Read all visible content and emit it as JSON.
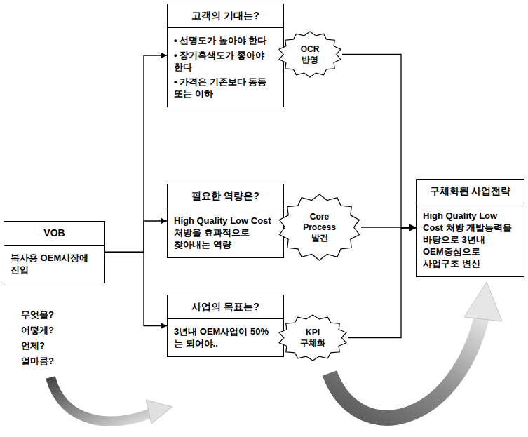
{
  "diagram": {
    "nodes": [
      {
        "text": [
          "VOB",
          "복사용 OEM시장에 진입"
        ]
      },
      {
        "text": [
          "고객의 기대는?",
          "• 선명도가 높아야 한다",
          "• 장기흑색도가 좋아야 한다",
          "• 가격은 기존보다 동등 또는 이하"
        ]
      },
      {
        "text": [
          "OCR 반영"
        ]
      },
      {
        "text": [
          "필요한 역량은?",
          "High Quality Low Cost 처방을 효과적으로 찾아내는 역량"
        ]
      },
      {
        "text": [
          "Core Process 발견"
        ]
      },
      {
        "text": [
          "사업의 목표는?",
          "3년내 OEM사업이 50%는 되어야.."
        ]
      },
      {
        "text": [
          "KPI 구체화"
        ]
      },
      {
        "text": [
          "구체화된 사업전략",
          "High Quality Low Cost 처방 개발능력을 바탕으로 3년내 OEM중심으로 사업구조 변신"
        ]
      }
    ],
    "edges": [
      {
        "from": 0,
        "to": 1,
        "arrow": "to"
      },
      {
        "from": 0,
        "to": 3,
        "arrow": "to"
      },
      {
        "from": 0,
        "to": 5,
        "arrow": "to"
      },
      {
        "from": 2,
        "to": 7,
        "arrow": "to"
      },
      {
        "from": 4,
        "to": 7,
        "arrow": "to"
      },
      {
        "from": 6,
        "to": 7,
        "arrow": "to"
      }
    ],
    "labels": [
      "무엇을?",
      "어떻게?",
      "언제?",
      "얼마큼?"
    ]
  }
}
